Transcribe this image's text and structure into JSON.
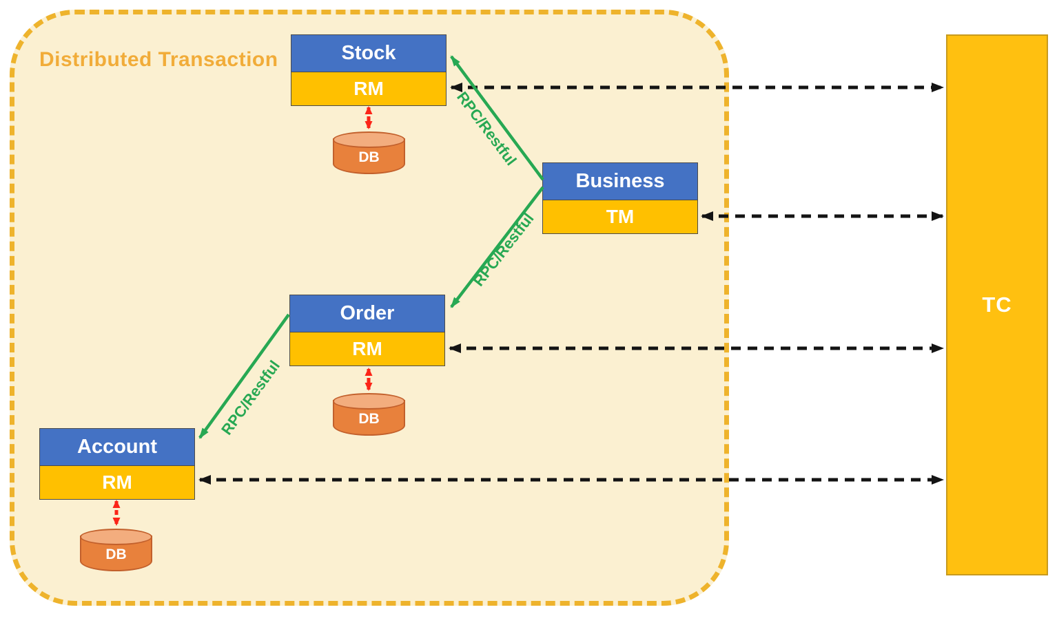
{
  "title": "Distributed Transaction",
  "nodes": {
    "stock": {
      "name": "Stock",
      "component": "RM",
      "db": "DB"
    },
    "business": {
      "name": "Business",
      "component": "TM"
    },
    "order": {
      "name": "Order",
      "component": "RM",
      "db": "DB"
    },
    "account": {
      "name": "Account",
      "component": "RM",
      "db": "DB"
    },
    "coordinator": {
      "name": "TC"
    }
  },
  "edges": {
    "rpc_label": "RPC/Restful"
  },
  "colors": {
    "blue": "#4472C4",
    "band-yellow": "#FFC000",
    "cream": "#FBF0D1",
    "border-gold": "#EEB32C",
    "title-gold": "#F1AC39",
    "green": "#27A853",
    "red": "#FB2418",
    "ink": "#141414",
    "cyl-body": "#E8813C",
    "cyl-top": "#F3AD7E",
    "cyl-border": "#C2602C",
    "tc-fill": "#FFC010",
    "tc-border": "#C79A1E",
    "box-border": "#4A4A4A"
  }
}
